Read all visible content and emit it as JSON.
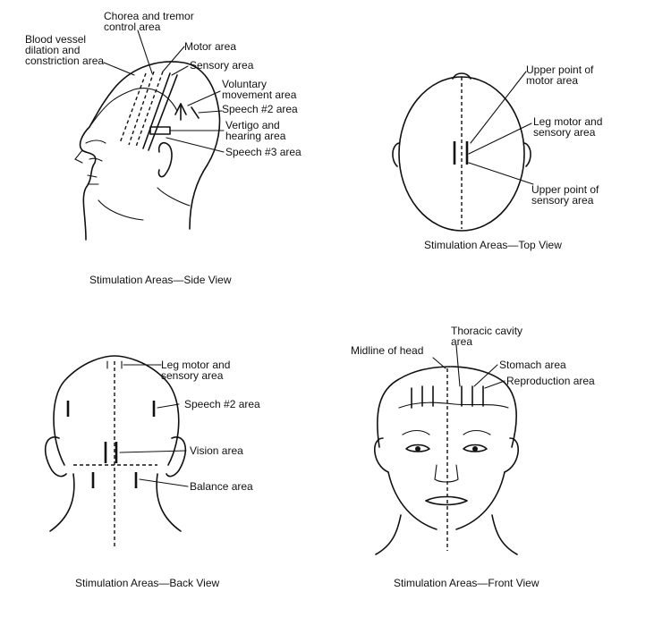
{
  "side_view": {
    "caption": "Stimulation Areas—Side View",
    "labels": {
      "chorea": "Chorea and tremor\ncontrol area",
      "blood_vessel": "Blood vessel\ndilation and\nconstriction area",
      "motor": "Motor area",
      "sensory": "Sensory area",
      "voluntary": "Voluntary\nmovement area",
      "speech2": "Speech #2 area",
      "vertigo": "Vertigo and\nhearing area",
      "speech3": "Speech #3 area"
    }
  },
  "top_view": {
    "caption": "Stimulation Areas—Top View",
    "labels": {
      "upper_motor": "Upper point of\nmotor area",
      "leg_motor": "Leg motor and\nsensory area",
      "upper_sensory": "Upper point of\nsensory area"
    }
  },
  "back_view": {
    "caption": "Stimulation Areas—Back View",
    "labels": {
      "leg_motor": "Leg motor and\nsensory area",
      "speech2": "Speech #2 area",
      "vision": "Vision area",
      "balance": "Balance area"
    }
  },
  "front_view": {
    "caption": "Stimulation Areas—Front View",
    "labels": {
      "midline": "Midline of head",
      "thoracic": "Thoracic cavity\narea",
      "stomach": "Stomach area",
      "reproduction": "Reproduction area"
    }
  }
}
